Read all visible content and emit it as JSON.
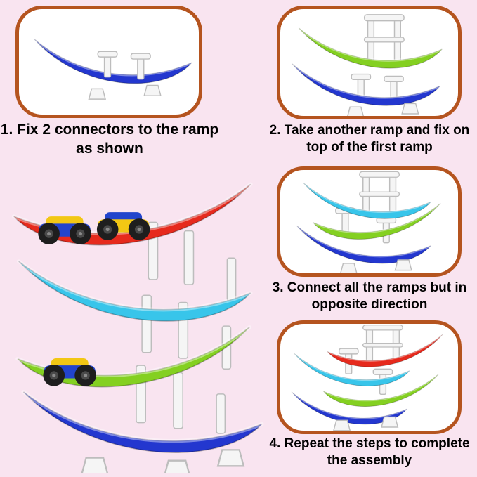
{
  "page": {
    "background_color": "#f9e4f0",
    "panel_border_color": "#b5541f",
    "panel_background": "#ffffff",
    "caption_text_color": "#000000"
  },
  "colors": {
    "ramp_blue": "#2337cf",
    "ramp_green": "#84d021",
    "ramp_cyan": "#38c5ea",
    "ramp_red": "#e62a1d",
    "connector_white": "#f5f5f5",
    "wheel_black": "#1e1e1e",
    "car_body_blue": "#2244cc",
    "car_body_yellow": "#f2c714"
  },
  "steps": [
    {
      "id": 1,
      "caption": "1. Fix 2 connectors to the ramp as shown"
    },
    {
      "id": 2,
      "caption": "2. Take another ramp and fix on top of the first ramp"
    },
    {
      "id": 3,
      "caption": "3. Connect all the ramps but in opposite direction"
    },
    {
      "id": 4,
      "caption": "4. Repeat the steps to complete the assembly"
    }
  ]
}
